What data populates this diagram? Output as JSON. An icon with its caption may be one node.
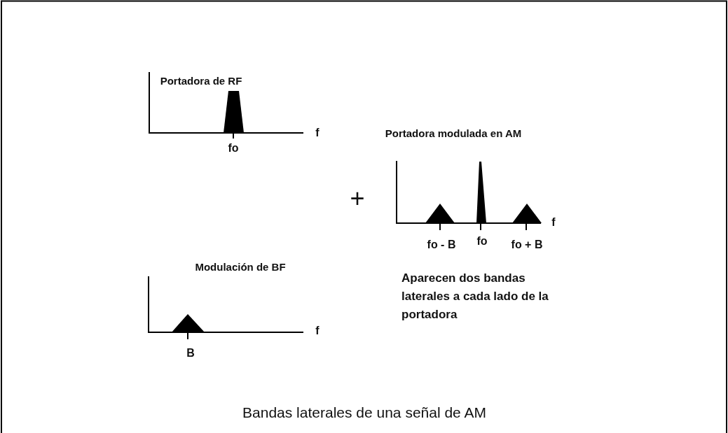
{
  "diagram": {
    "caption": "Bandas laterales de una señal de AM",
    "labels": [
      "Portadora de RF",
      "f",
      "fo",
      "Portadora modulada en AM",
      "+",
      "f",
      "fo - B",
      "fo",
      "fo + B",
      "Modulación de BF",
      "f",
      "B",
      "Aparecen dos bandas laterales a cada lado de la portadora"
    ]
  }
}
